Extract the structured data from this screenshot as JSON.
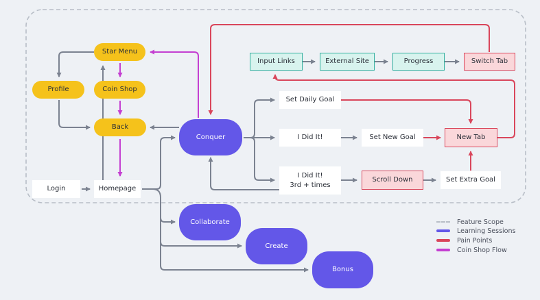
{
  "colors": {
    "background": "#eef1f5",
    "scope": "#b8bec7",
    "flow": "#7b8290",
    "learning": "#6357e8",
    "pain": "#d9465b",
    "coin": "#c43fd1",
    "yellow": "#f5c21b",
    "teal_fill": "#d8f3ee",
    "teal_border": "#2eae9d",
    "pink_fill": "#fad7da"
  },
  "nodes": {
    "star_menu": "Star Menu",
    "profile": "Profile",
    "coin_shop": "Coin Shop",
    "back": "Back",
    "login": "Login",
    "homepage": "Homepage",
    "conquer": "Conquer",
    "collaborate": "Collaborate",
    "create": "Create",
    "bonus": "Bonus",
    "input_links": "Input Links",
    "external_site": "External Site",
    "progress": "Progress",
    "switch_tab": "Switch Tab",
    "set_daily_goal": "Set Daily Goal",
    "i_did_it": "I Did It!",
    "set_new_goal": "Set New Goal",
    "new_tab": "New Tab",
    "i_did_it_3rd_line1": "I Did It!",
    "i_did_it_3rd_line2": "3rd + times",
    "scroll_down": "Scroll Down",
    "set_extra_goal": "Set Extra Goal"
  },
  "legend": {
    "feature_scope": "Feature Scope",
    "learning_sessions": "Learning Sessions",
    "pain_points": "Pain Points",
    "coin_shop_flow": "Coin Shop Flow"
  }
}
